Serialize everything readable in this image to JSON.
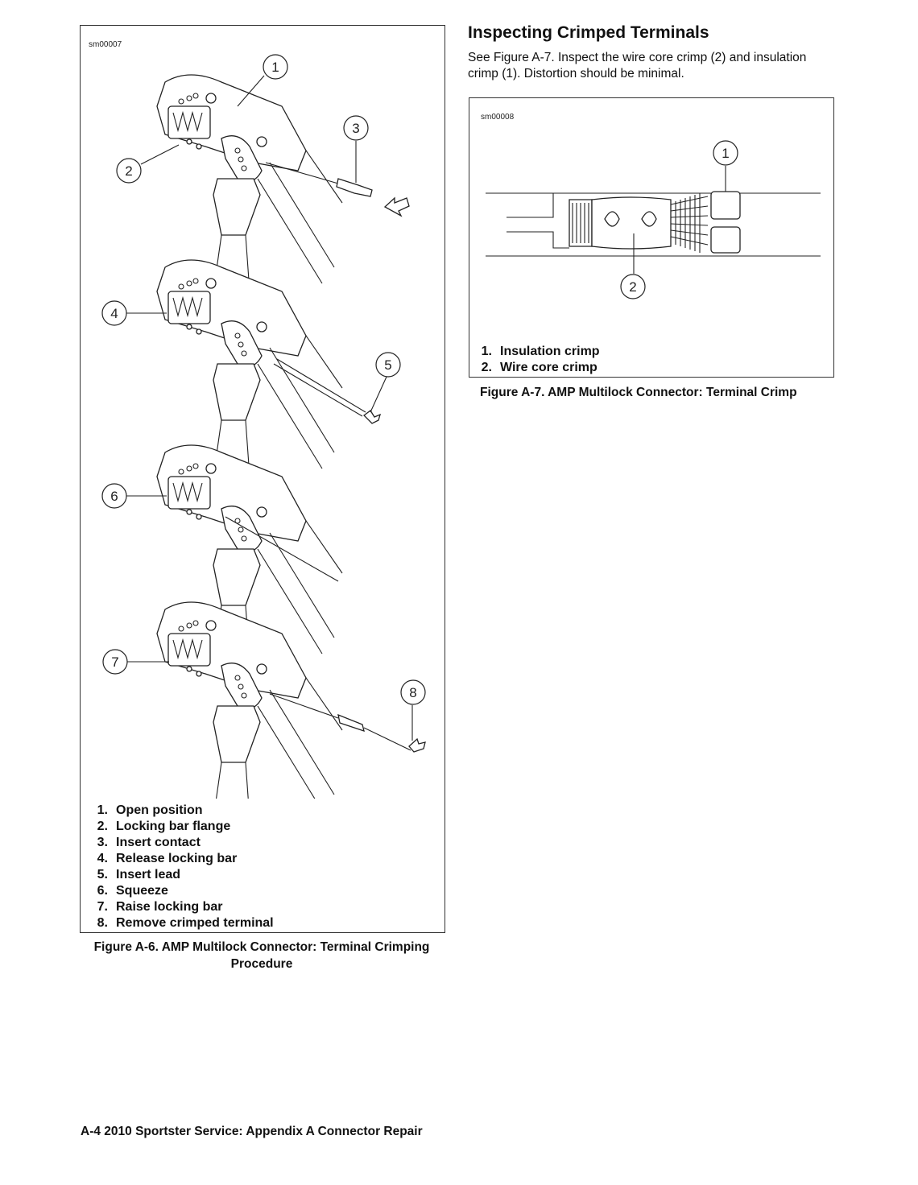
{
  "figure_a6": {
    "id_label": "sm00007",
    "callouts": [
      "1",
      "2",
      "3",
      "4",
      "5",
      "6",
      "7",
      "8"
    ],
    "legend": [
      {
        "num": "1.",
        "text": "Open position"
      },
      {
        "num": "2.",
        "text": "Locking bar flange"
      },
      {
        "num": "3.",
        "text": "Insert contact"
      },
      {
        "num": "4.",
        "text": "Release locking bar"
      },
      {
        "num": "5.",
        "text": "Insert lead"
      },
      {
        "num": "6.",
        "text": "Squeeze"
      },
      {
        "num": "7.",
        "text": "Raise locking bar"
      },
      {
        "num": "8.",
        "text": "Remove crimped terminal"
      }
    ],
    "caption_line1": "Figure A-6. AMP Multilock Connector: Terminal Crimping",
    "caption_line2": "Procedure"
  },
  "section": {
    "heading": "Inspecting Crimped Terminals",
    "intro": "See Figure A-7. Inspect the wire core crimp (2) and insulation crimp (1). Distortion should be minimal."
  },
  "figure_a7": {
    "id_label": "sm00008",
    "callouts": [
      "1",
      "2"
    ],
    "legend": [
      {
        "num": "1.",
        "text": "Insulation crimp"
      },
      {
        "num": "2.",
        "text": "Wire core crimp"
      }
    ],
    "caption": "Figure A-7. AMP Multilock Connector: Terminal Crimp"
  },
  "footer": {
    "text": "A-4  2010 Sportster Service: Appendix A Connector Repair"
  }
}
